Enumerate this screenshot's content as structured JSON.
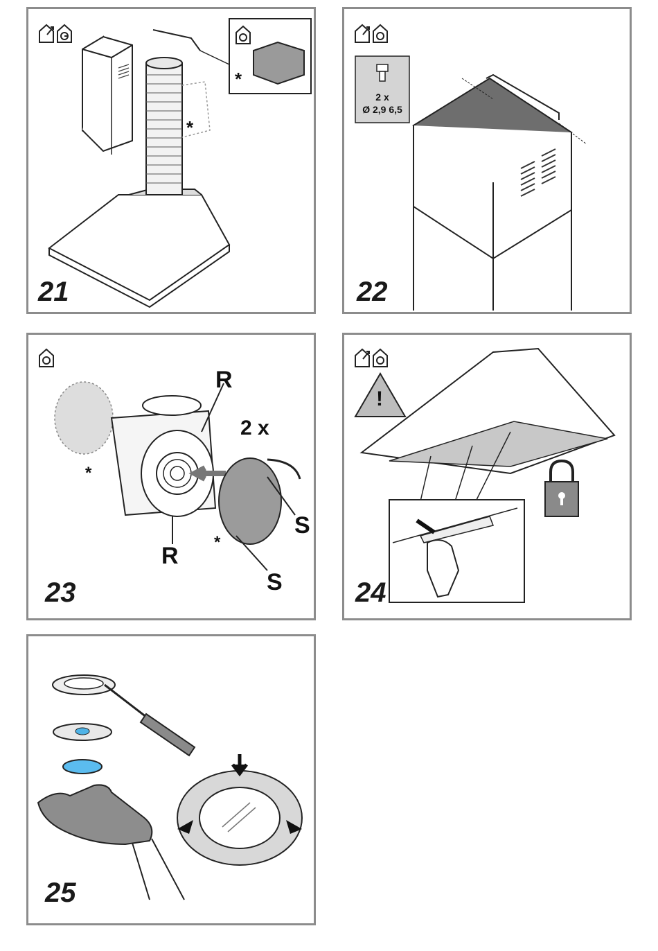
{
  "panels": [
    {
      "number": "21",
      "labels": {
        "star_a": "*",
        "star_b": "*"
      },
      "icons": [
        "house-exhaust-icon",
        "house-recirculation-icon"
      ]
    },
    {
      "number": "22",
      "screw": {
        "count": "2 x",
        "size": "Ø 2,9 6,5"
      },
      "icons": [
        "house-exhaust-icon",
        "house-recirculation-icon"
      ]
    },
    {
      "number": "23",
      "labels": {
        "r_top": "R",
        "r_bottom": "R",
        "s_top": "S",
        "s_bottom": "S",
        "count": "2 x",
        "star_left": "*",
        "star_bottom": "*"
      },
      "icons": [
        "house-recirculation-icon"
      ]
    },
    {
      "number": "24",
      "warning": "!",
      "icons": [
        "house-exhaust-icon",
        "house-recirculation-icon",
        "warning-icon",
        "padlock-icon"
      ]
    },
    {
      "number": "25",
      "icons": [
        "screwdriver-icon",
        "glove-hand-icon"
      ]
    }
  ]
}
